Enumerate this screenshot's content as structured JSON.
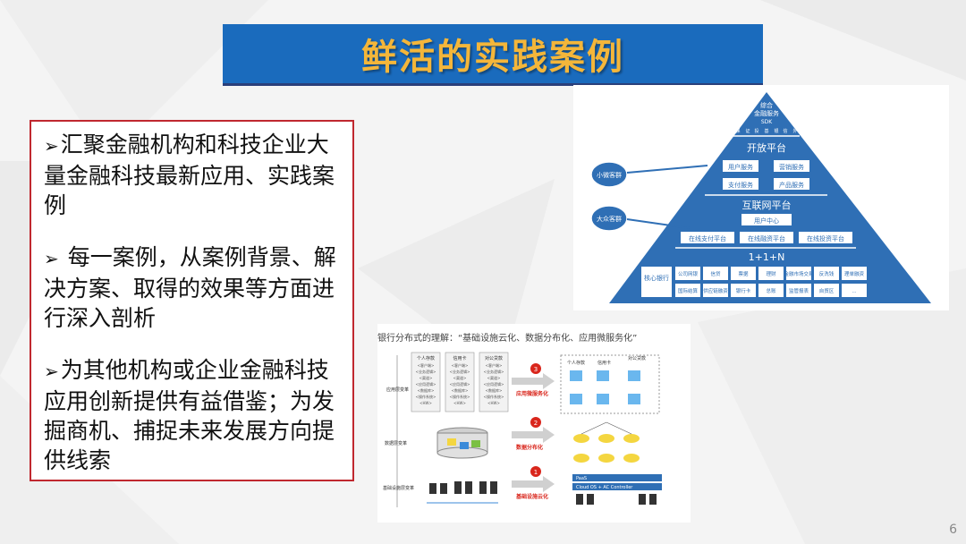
{
  "slide": {
    "title": "鲜活的实践案例",
    "page_number": "6"
  },
  "left_box": {
    "para1": "汇聚金融机构和科技企业大量金融科技最新应用、实践案例",
    "para2": " 每一案例，从案例背景、解决方案、取得的效果等方面进行深入剖析",
    "para3": "为其他机构或企业金融科技应用创新提供有益借鉴；为发掘商机、捕捉未来发展方向提供线索",
    "bullet_icon": "arrow-bullet-icon"
  },
  "pyramid": {
    "top_label_1": "综合",
    "top_label_2": "金融服务",
    "top_label_3": "SDK",
    "small_chars": [
      "保",
      "证",
      "投",
      "基",
      "银",
      "信",
      "外"
    ],
    "open_platform": "开放平台",
    "open_row1": [
      "用户服务",
      "营销服务"
    ],
    "open_row2": [
      "支付服务",
      "产品服务"
    ],
    "internet_platform": "互联网平台",
    "user_center": "用户中心",
    "internet_row": [
      "在线支付平台",
      "在线融资平台",
      "在线投资平台"
    ],
    "formula": "1+1+N",
    "core_bank": "核心银行",
    "grid_row1": [
      "公司网银",
      "信贷",
      "票据",
      "理财",
      "金融市场交易",
      "反洗钱",
      "理单融资"
    ],
    "grid_row2": [
      "国际结算",
      "供应链融资",
      "银行卡",
      "总账",
      "监管报表",
      "自贸区",
      "..."
    ],
    "small_group": "小微客群",
    "mass_group": "大众客群",
    "primary_color": "#2f6fb5"
  },
  "figure": {
    "caption": "银行分布式的理解：“基础设施云化、数据分布化、应用微服务化”",
    "row_labels": [
      "应用层变革",
      "数据层变革",
      "基础设施层变革"
    ],
    "app_cols": [
      "个人存款",
      "信用卡",
      "对公贷款"
    ],
    "app_items": [
      "<客户端>",
      "<业务逻辑>",
      "<渠道>",
      "<应用逻辑>",
      "<数据库>",
      "<操作系统>",
      "<HW>"
    ],
    "steps": [
      {
        "num": "3",
        "label": "应用微服务化"
      },
      {
        "num": "2",
        "label": "数据分布化"
      },
      {
        "num": "1",
        "label": "基础设施云化"
      }
    ],
    "right_top_labels": [
      "个人存款",
      "信用卡",
      "对公贷款"
    ],
    "paas_label": "PaaS",
    "cloud_label": "Cloud OS + AC Controller",
    "accent_red": "#d9261c"
  }
}
